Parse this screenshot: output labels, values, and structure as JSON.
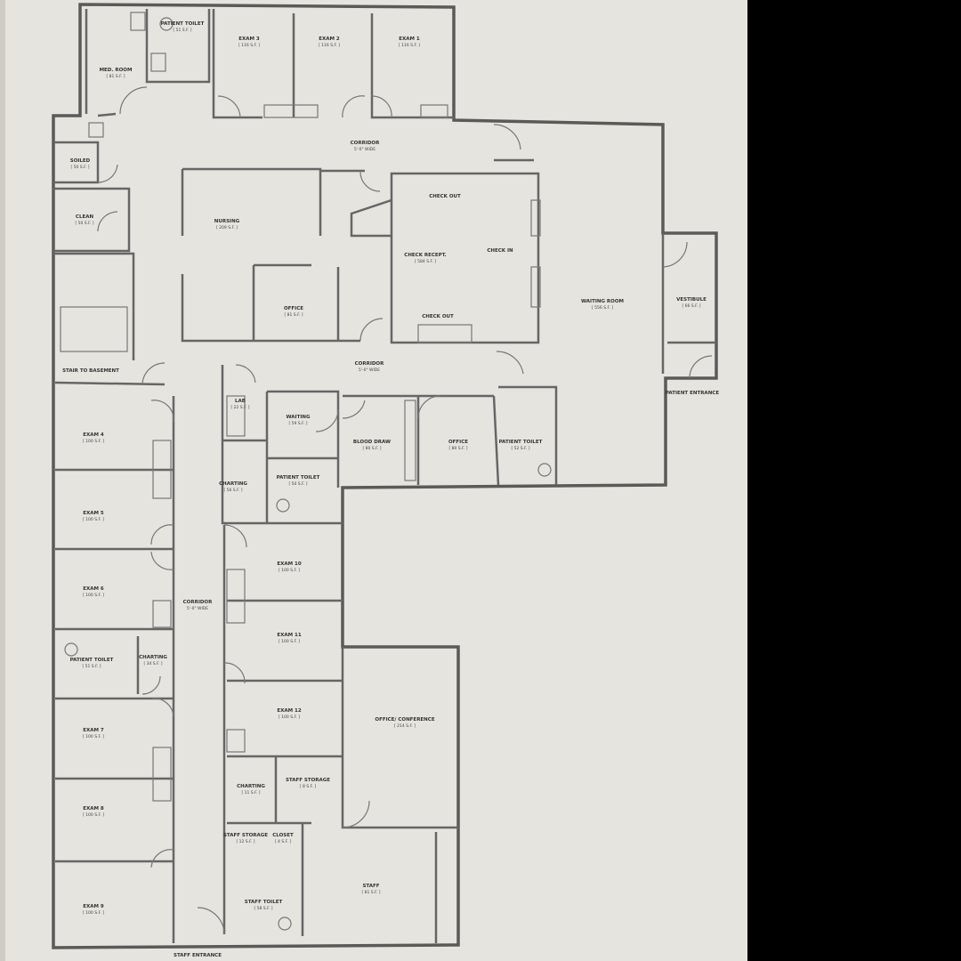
{
  "plan": {
    "rooms": [
      {
        "name": "MED. ROOM",
        "area": "[ 81 S.F. ]"
      },
      {
        "name": "PATIENT TOILET",
        "area": "[ 51 S.F. ]"
      },
      {
        "name": "EXAM 3",
        "area": "[ 116 S.F. ]"
      },
      {
        "name": "EXAM 2",
        "area": "[ 116 S.F. ]"
      },
      {
        "name": "EXAM 1",
        "area": "[ 116 S.F. ]"
      },
      {
        "name": "CORRIDOR",
        "area": "5'-0\" WIDE"
      },
      {
        "name": "SOILED",
        "area": "[ 50 S.F. ]"
      },
      {
        "name": "CLEAN",
        "area": "[ 50 S.F. ]"
      },
      {
        "name": "NURSING",
        "area": "[ 209 S.F. ]"
      },
      {
        "name": "OFFICE",
        "area": "[ 81 S.F. ]"
      },
      {
        "name": "CHECK OUT",
        "area": ""
      },
      {
        "name": "CHECK IN",
        "area": ""
      },
      {
        "name": "CHECK OUT",
        "area": ""
      },
      {
        "name": "CHECK RECEPT.",
        "area": "[ 584 S.F. ]"
      },
      {
        "name": "WAITING ROOM",
        "area": "[ 556 S.F. ]"
      },
      {
        "name": "VESTIBULE",
        "area": "[ 66 S.F. ]"
      },
      {
        "name": "PATIENT ENTRANCE",
        "area": ""
      },
      {
        "name": "STAIR TO BASEMENT",
        "area": ""
      },
      {
        "name": "CORRIDOR",
        "area": "5'-0\" WIDE"
      },
      {
        "name": "LAB",
        "area": "[ 22 S.F. ]"
      },
      {
        "name": "WAITING",
        "area": "[ 59 S.F. ]"
      },
      {
        "name": "BLOOD DRAW",
        "area": "[ 80 S.F. ]"
      },
      {
        "name": "OFFICE",
        "area": "[ 80 S.F. ]"
      },
      {
        "name": "PATIENT TOILET",
        "area": "[ 52 S.F. ]"
      },
      {
        "name": "CHARTING",
        "area": "[ 56 S.F. ]"
      },
      {
        "name": "PATIENT TOILET",
        "area": "[ 50 S.F. ]"
      },
      {
        "name": "EXAM 4",
        "area": "[ 100 S.F. ]"
      },
      {
        "name": "EXAM 5",
        "area": "[ 100 S.F. ]"
      },
      {
        "name": "EXAM 6",
        "area": "[ 100 S.F. ]"
      },
      {
        "name": "EXAM 10",
        "area": "[ 100 S.F. ]"
      },
      {
        "name": "EXAM 11",
        "area": "[ 100 S.F. ]"
      },
      {
        "name": "EXAM 12",
        "area": "[ 100 S.F. ]"
      },
      {
        "name": "CORRIDOR",
        "area": "5'-0\" WIDE"
      },
      {
        "name": "PATIENT TOILET",
        "area": "[ 51 S.F. ]"
      },
      {
        "name": "CHARTING",
        "area": "[ 34 S.F. ]"
      },
      {
        "name": "EXAM 7",
        "area": "[ 100 S.F. ]"
      },
      {
        "name": "EXAM 8",
        "area": "[ 100 S.F. ]"
      },
      {
        "name": "EXAM 9",
        "area": "[ 100 S.F. ]"
      },
      {
        "name": "OFFICE/ CONFERENCE",
        "area": "[ 214 S.F. ]"
      },
      {
        "name": "STAFF STORAGE",
        "area": "[ 8 S.F. ]"
      },
      {
        "name": "CHARTING",
        "area": "[ 11 S.F. ]"
      },
      {
        "name": "STAFF STORAGE",
        "area": "[ 12 S.F. ]"
      },
      {
        "name": "CLOSET",
        "area": "[ 4 S.F. ]"
      },
      {
        "name": "STAFF TOILET",
        "area": "[ 58 S.F. ]"
      },
      {
        "name": "STAFF",
        "area": "[ 81 S.F. ]"
      },
      {
        "name": "STAFF ENTRANCE",
        "area": ""
      }
    ]
  }
}
